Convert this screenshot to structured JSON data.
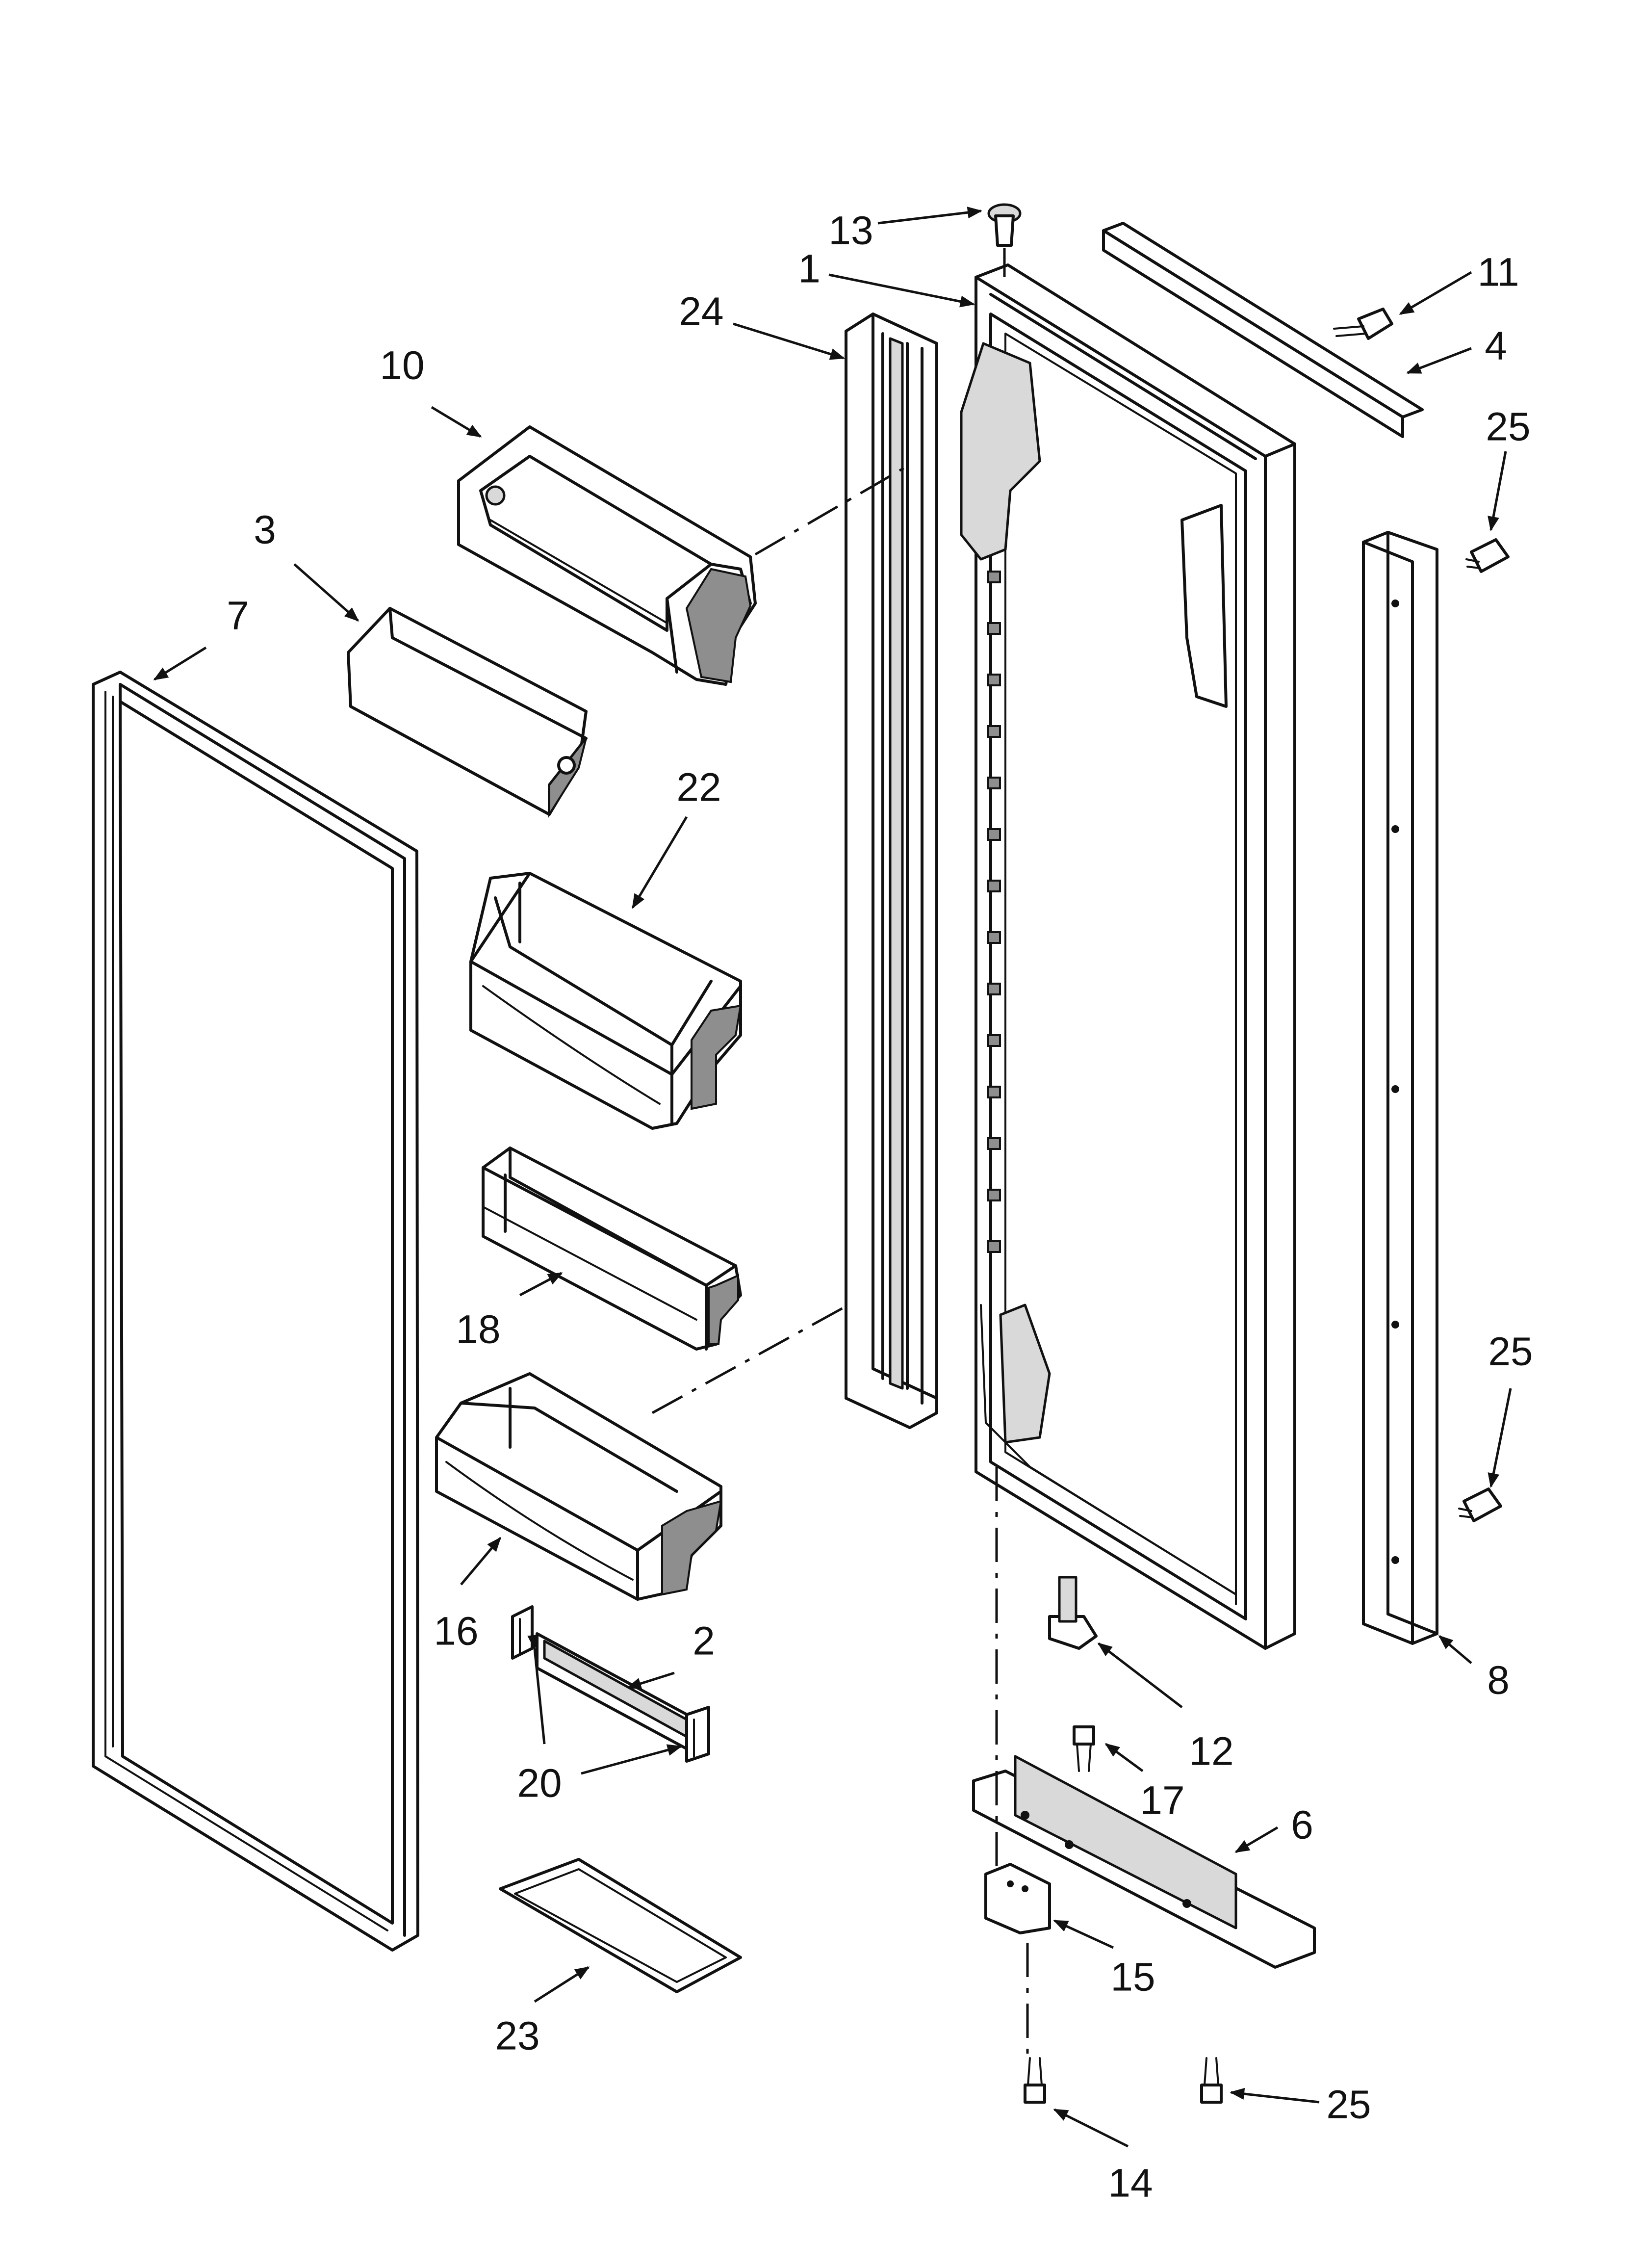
{
  "diagram": {
    "background": "#ffffff",
    "line_color": "#111111",
    "callouts": [
      {
        "id": "13",
        "text": "13"
      },
      {
        "id": "1",
        "text": "1"
      },
      {
        "id": "11",
        "text": "11"
      },
      {
        "id": "24",
        "text": "24"
      },
      {
        "id": "4",
        "text": "4"
      },
      {
        "id": "10",
        "text": "10"
      },
      {
        "id": "25a",
        "text": "25"
      },
      {
        "id": "3",
        "text": "3"
      },
      {
        "id": "7",
        "text": "7"
      },
      {
        "id": "22",
        "text": "22"
      },
      {
        "id": "18",
        "text": "18"
      },
      {
        "id": "25b",
        "text": "25"
      },
      {
        "id": "16",
        "text": "16"
      },
      {
        "id": "2",
        "text": "2"
      },
      {
        "id": "8",
        "text": "8"
      },
      {
        "id": "12",
        "text": "12"
      },
      {
        "id": "20",
        "text": "20"
      },
      {
        "id": "17",
        "text": "17"
      },
      {
        "id": "6",
        "text": "6"
      },
      {
        "id": "15",
        "text": "15"
      },
      {
        "id": "23",
        "text": "23"
      },
      {
        "id": "25c",
        "text": "25"
      },
      {
        "id": "14",
        "text": "14"
      }
    ]
  }
}
